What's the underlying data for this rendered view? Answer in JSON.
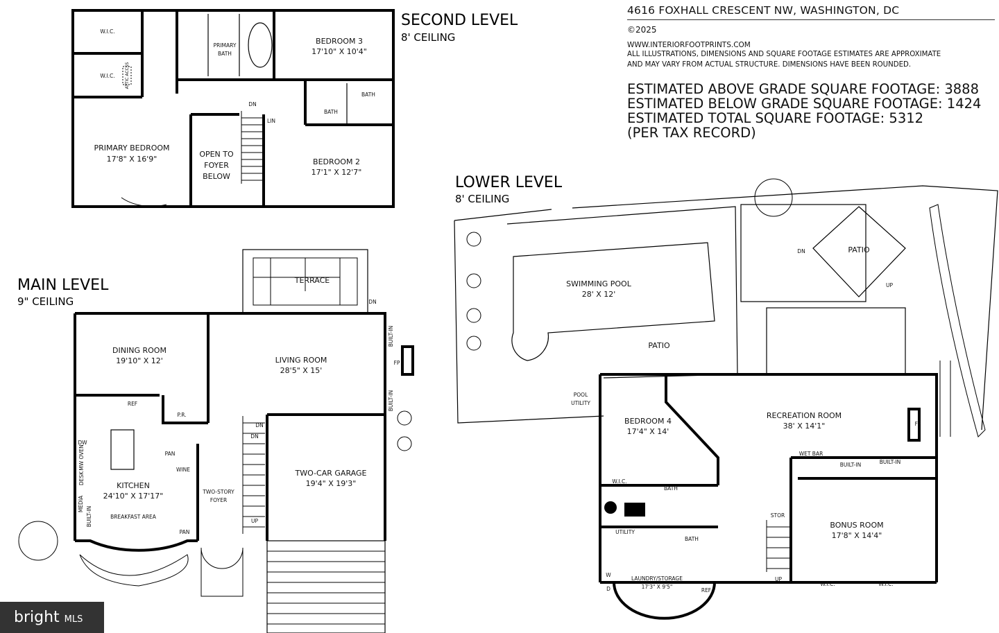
{
  "header": {
    "address": "4616 FOXHALL CRESCENT NW, WASHINGTON, DC",
    "copyright": "©2025",
    "website": "WWW.INTERIORFOOTPRINTS.COM",
    "disclaimer_1": "ALL ILLUSTRATIONS, DIMENSIONS AND SQUARE FOOTAGE ESTIMATES ARE APPROXIMATE",
    "disclaimer_2": "AND MAY VARY FROM ACTUAL STRUCTURE. DIMENSIONS HAVE BEEN ROUNDED.",
    "above_grade": "ESTIMATED ABOVE GRADE SQUARE FOOTAGE: 3888",
    "below_grade": "ESTIMATED BELOW GRADE SQUARE FOOTAGE: 1424",
    "total": "ESTIMATED TOTAL SQUARE FOOTAGE: 5312",
    "note": "(PER TAX RECORD)"
  },
  "second_level": {
    "title": "SECOND LEVEL",
    "ceiling": "8' CEILING",
    "rooms": {
      "wic1": "W.I.C.",
      "wic2": "W.I.C.",
      "attic": "ATTIC ACCSS",
      "primary_bath_1": "PRIMARY",
      "primary_bath_2": "BATH",
      "bedroom3": "BEDROOM 3",
      "bedroom3_dim": "17'10\" X 10'4\"",
      "bath_a": "BATH",
      "bath_b": "BATH",
      "lin": "LIN",
      "dn": "DN",
      "primary_bedroom": "PRIMARY BEDROOM",
      "primary_bedroom_dim": "17'8\" X 16'9\"",
      "open_1": "OPEN TO",
      "open_2": "FOYER",
      "open_3": "BELOW",
      "bedroom2": "BEDROOM 2",
      "bedroom2_dim": "17'1\" X 12'7\""
    }
  },
  "main_level": {
    "title": "MAIN LEVEL",
    "ceiling": "9\" CEILING",
    "rooms": {
      "terrace": "TERRACE",
      "terrace_dn": "DN",
      "dining": "DINING ROOM",
      "dining_dim": "19'10\" X 12'",
      "living": "LIVING ROOM",
      "living_dim": "28'5\" X 15'",
      "built_in_1": "BUILT-IN",
      "built_in_2": "BUILT-IN",
      "fp": "FP",
      "ref": "REF",
      "pr": "P.R.",
      "dw": "DW",
      "mw_oven": "MW OVEN",
      "desk": "DESK",
      "media": "MEDIA",
      "built_in_k": "BUILT-IN",
      "pan1": "PAN",
      "pan2": "PAN",
      "wine": "WINE",
      "kitchen": "KITCHEN",
      "kitchen_dim": "24'10\" X 17'17\"",
      "breakfast": "BREAKFAST AREA",
      "foyer_1": "TWO-STORY",
      "foyer_2": "FOYER",
      "dn1": "DN",
      "dn2": "DN",
      "up": "UP",
      "garage": "TWO-CAR GARAGE",
      "garage_dim": "19'4\" X 19'3\""
    }
  },
  "lower_level": {
    "title": "LOWER LEVEL",
    "ceiling": "8' CEILING",
    "rooms": {
      "pool": "SWIMMING POOL",
      "pool_dim": "28' X 12'",
      "patio": "PATIO",
      "patio2": "PATIO",
      "dn": "DN",
      "up_out": "UP",
      "pool_utility_1": "POOL",
      "pool_utility_2": "UTILITY",
      "bedroom4": "BEDROOM 4",
      "bedroom4_dim": "17'4\" X 14'",
      "rec": "RECREATION ROOM",
      "rec_dim": "38' X 14'1\"",
      "fp": "FP",
      "wet_bar": "WET BAR",
      "built_in_1": "BUILT-IN",
      "built_in_2": "BUILT-IN",
      "wic": "W.I.C.",
      "bath1": "BATH",
      "bath2": "BATH",
      "utility": "UTILITY",
      "stor": "STOR",
      "up": "UP",
      "bonus": "BONUS ROOM",
      "bonus_dim": "17'8\" X 14'4\"",
      "wic_b1": "W.I.C.",
      "wic_b2": "W.I.C.",
      "laundry": "LAUNDRY/STORAGE",
      "laundry_dim": "17'3\" X 9'5\"",
      "w": "W",
      "d": "D",
      "ref": "REF"
    }
  },
  "logo": {
    "text": "bright",
    "suffix": "MLS"
  }
}
